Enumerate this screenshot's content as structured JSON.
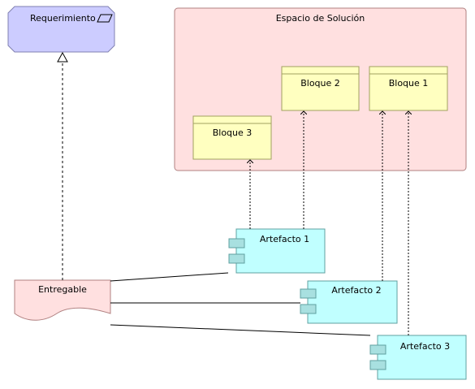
{
  "requirement": {
    "label": "Requerimiento",
    "icon": "parallelogram-requirement-icon"
  },
  "solution_space": {
    "label": "Espacio de Solución"
  },
  "blocks": {
    "b2": "Bloque 2",
    "b1": "Bloque 1",
    "b3": "Bloque 3"
  },
  "deliverable": {
    "label": "Entregable"
  },
  "artifacts": {
    "a1": "Artefacto 1",
    "a2": "Artefacto 2",
    "a3": "Artefacto 3"
  },
  "colors": {
    "requirement_fill": "#ccccff",
    "solution_fill": "#ffe0e0",
    "block_fill": "#ffffc0",
    "artifact_fill": "#c0ffff",
    "deliverable_fill": "#ffe0e0"
  }
}
